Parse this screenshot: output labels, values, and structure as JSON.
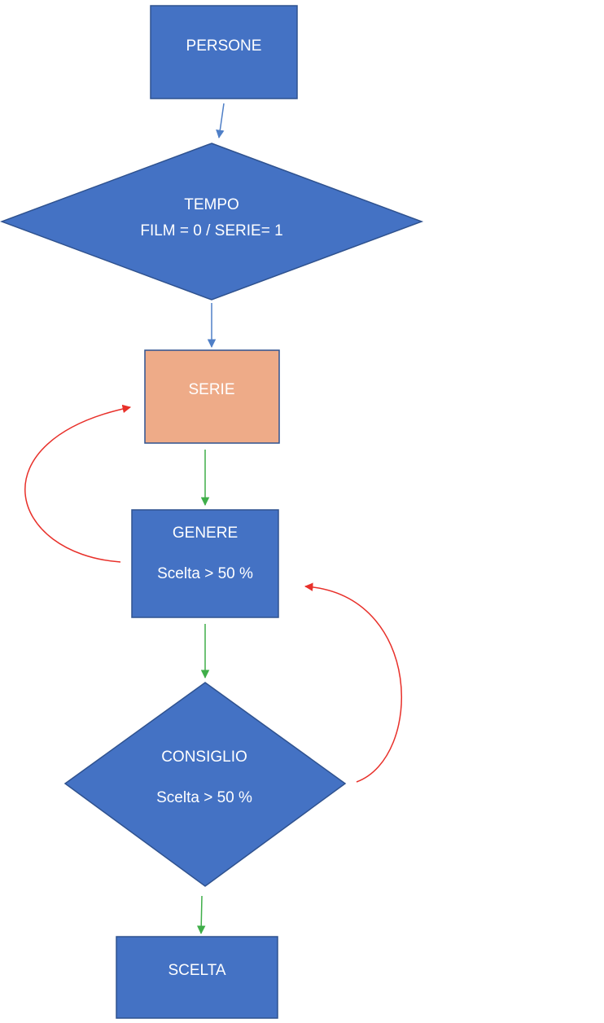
{
  "nodes": {
    "persone": {
      "label": "PERSONE"
    },
    "tempo": {
      "line1": "TEMPO",
      "line2": "FILM = 0 / SERIE= 1"
    },
    "serie": {
      "label": "SERIE"
    },
    "genere": {
      "line1": "GENERE",
      "line2": "Scelta > 50 %"
    },
    "consiglio": {
      "line1": "CONSIGLIO",
      "line2": "Scelta > 50 %"
    },
    "scelta": {
      "label": "SCELTA"
    }
  },
  "colors": {
    "node_fill": "#4472c4",
    "node_border": "#2f528f",
    "highlight_fill": "#eeab88",
    "arrow_blue": "#4f7fc7",
    "arrow_green": "#3fae49",
    "arrow_red": "#e8302a",
    "text": "#ffffff"
  }
}
